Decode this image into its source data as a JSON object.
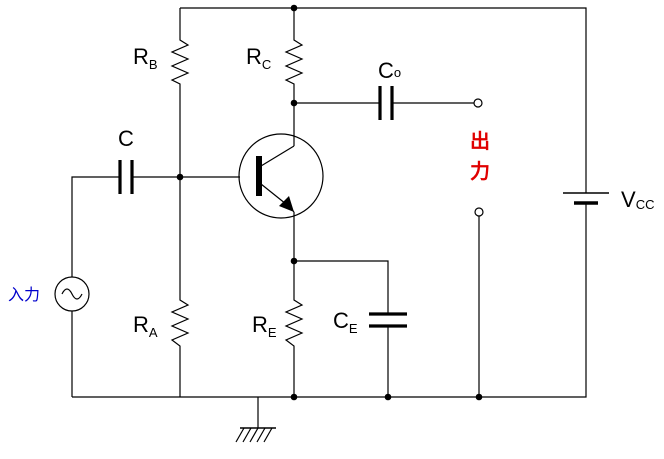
{
  "components": {
    "rb": {
      "main": "R",
      "sub": "B"
    },
    "rc": {
      "main": "R",
      "sub": "C"
    },
    "ra": {
      "main": "R",
      "sub": "A"
    },
    "re": {
      "main": "R",
      "sub": "E"
    },
    "c": {
      "main": "C",
      "sub": ""
    },
    "co": {
      "main": "C",
      "sub": "o"
    },
    "ce": {
      "main": "C",
      "sub": "E"
    },
    "vcc": {
      "main": "V",
      "sub": "CC"
    }
  },
  "input_label": "入力",
  "output_label": {
    "line1": "出",
    "line2": "力"
  },
  "colors": {
    "wire": "#000000",
    "input": "#0000cc",
    "output": "#e00000"
  }
}
